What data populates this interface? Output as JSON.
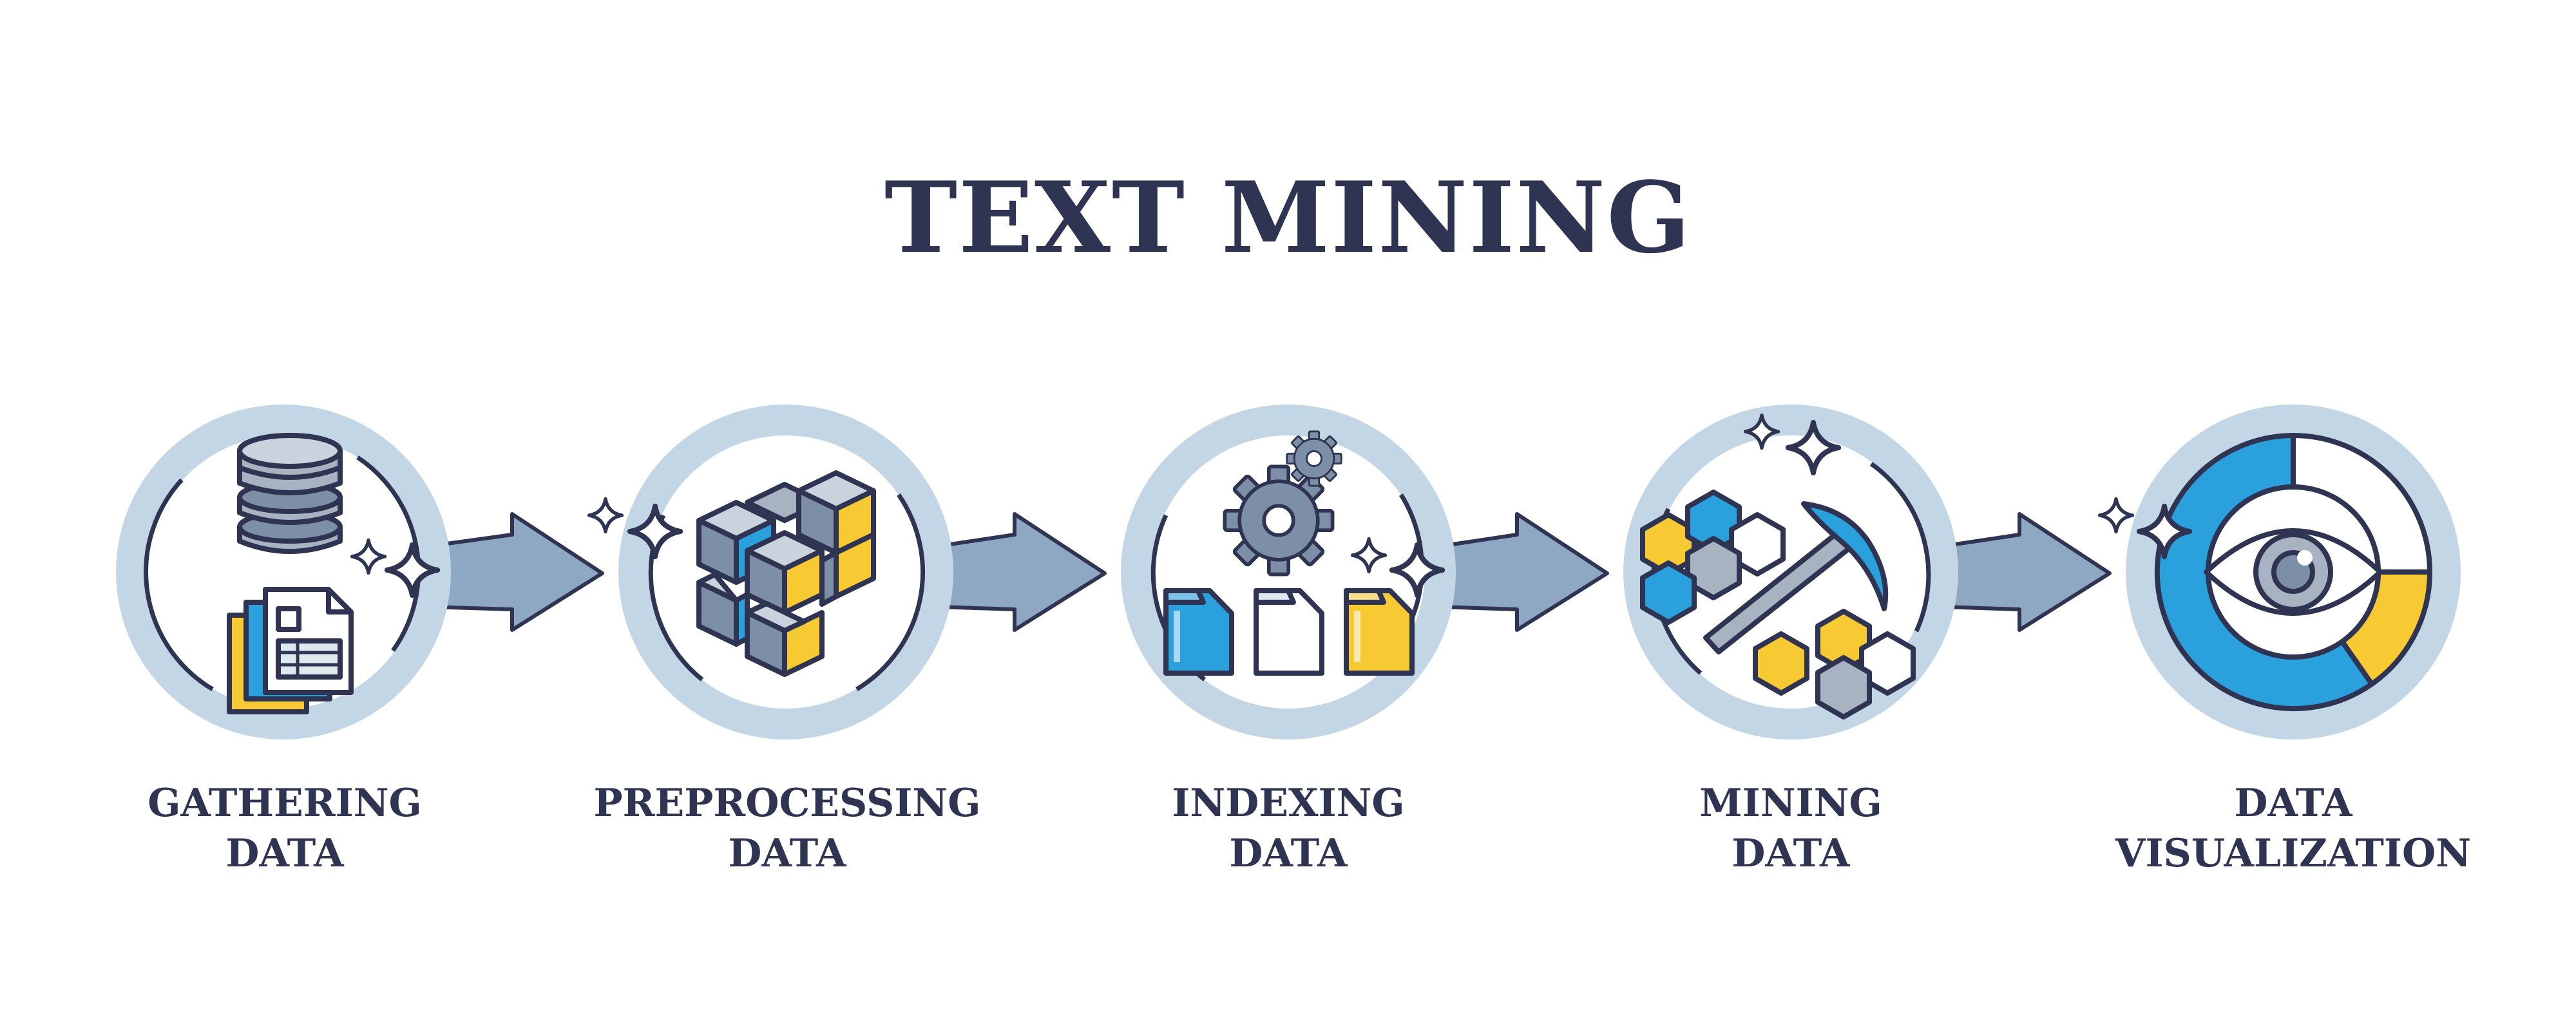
{
  "title": "TEXT MINING",
  "colors": {
    "ink": "#2f3452",
    "ring": "#c3d6e6",
    "arrow": "#8ea8c4",
    "blue": "#2aa0dc",
    "yellow": "#f7c932",
    "gray": "#a8b3c2",
    "slate": "#7d8fa6"
  },
  "steps": [
    {
      "line1": "GATHERING",
      "line2": "DATA",
      "icon": "database-documents-icon"
    },
    {
      "line1": "PREPROCESSING",
      "line2": "DATA",
      "icon": "cube-blocks-icon"
    },
    {
      "line1": "INDEXING",
      "line2": "DATA",
      "icon": "gears-folders-icon"
    },
    {
      "line1": "MINING",
      "line2": "DATA",
      "icon": "pickaxe-hexagons-icon"
    },
    {
      "line1": "DATA",
      "line2": "VISUALIZATION",
      "icon": "eye-donut-chart-icon"
    }
  ]
}
